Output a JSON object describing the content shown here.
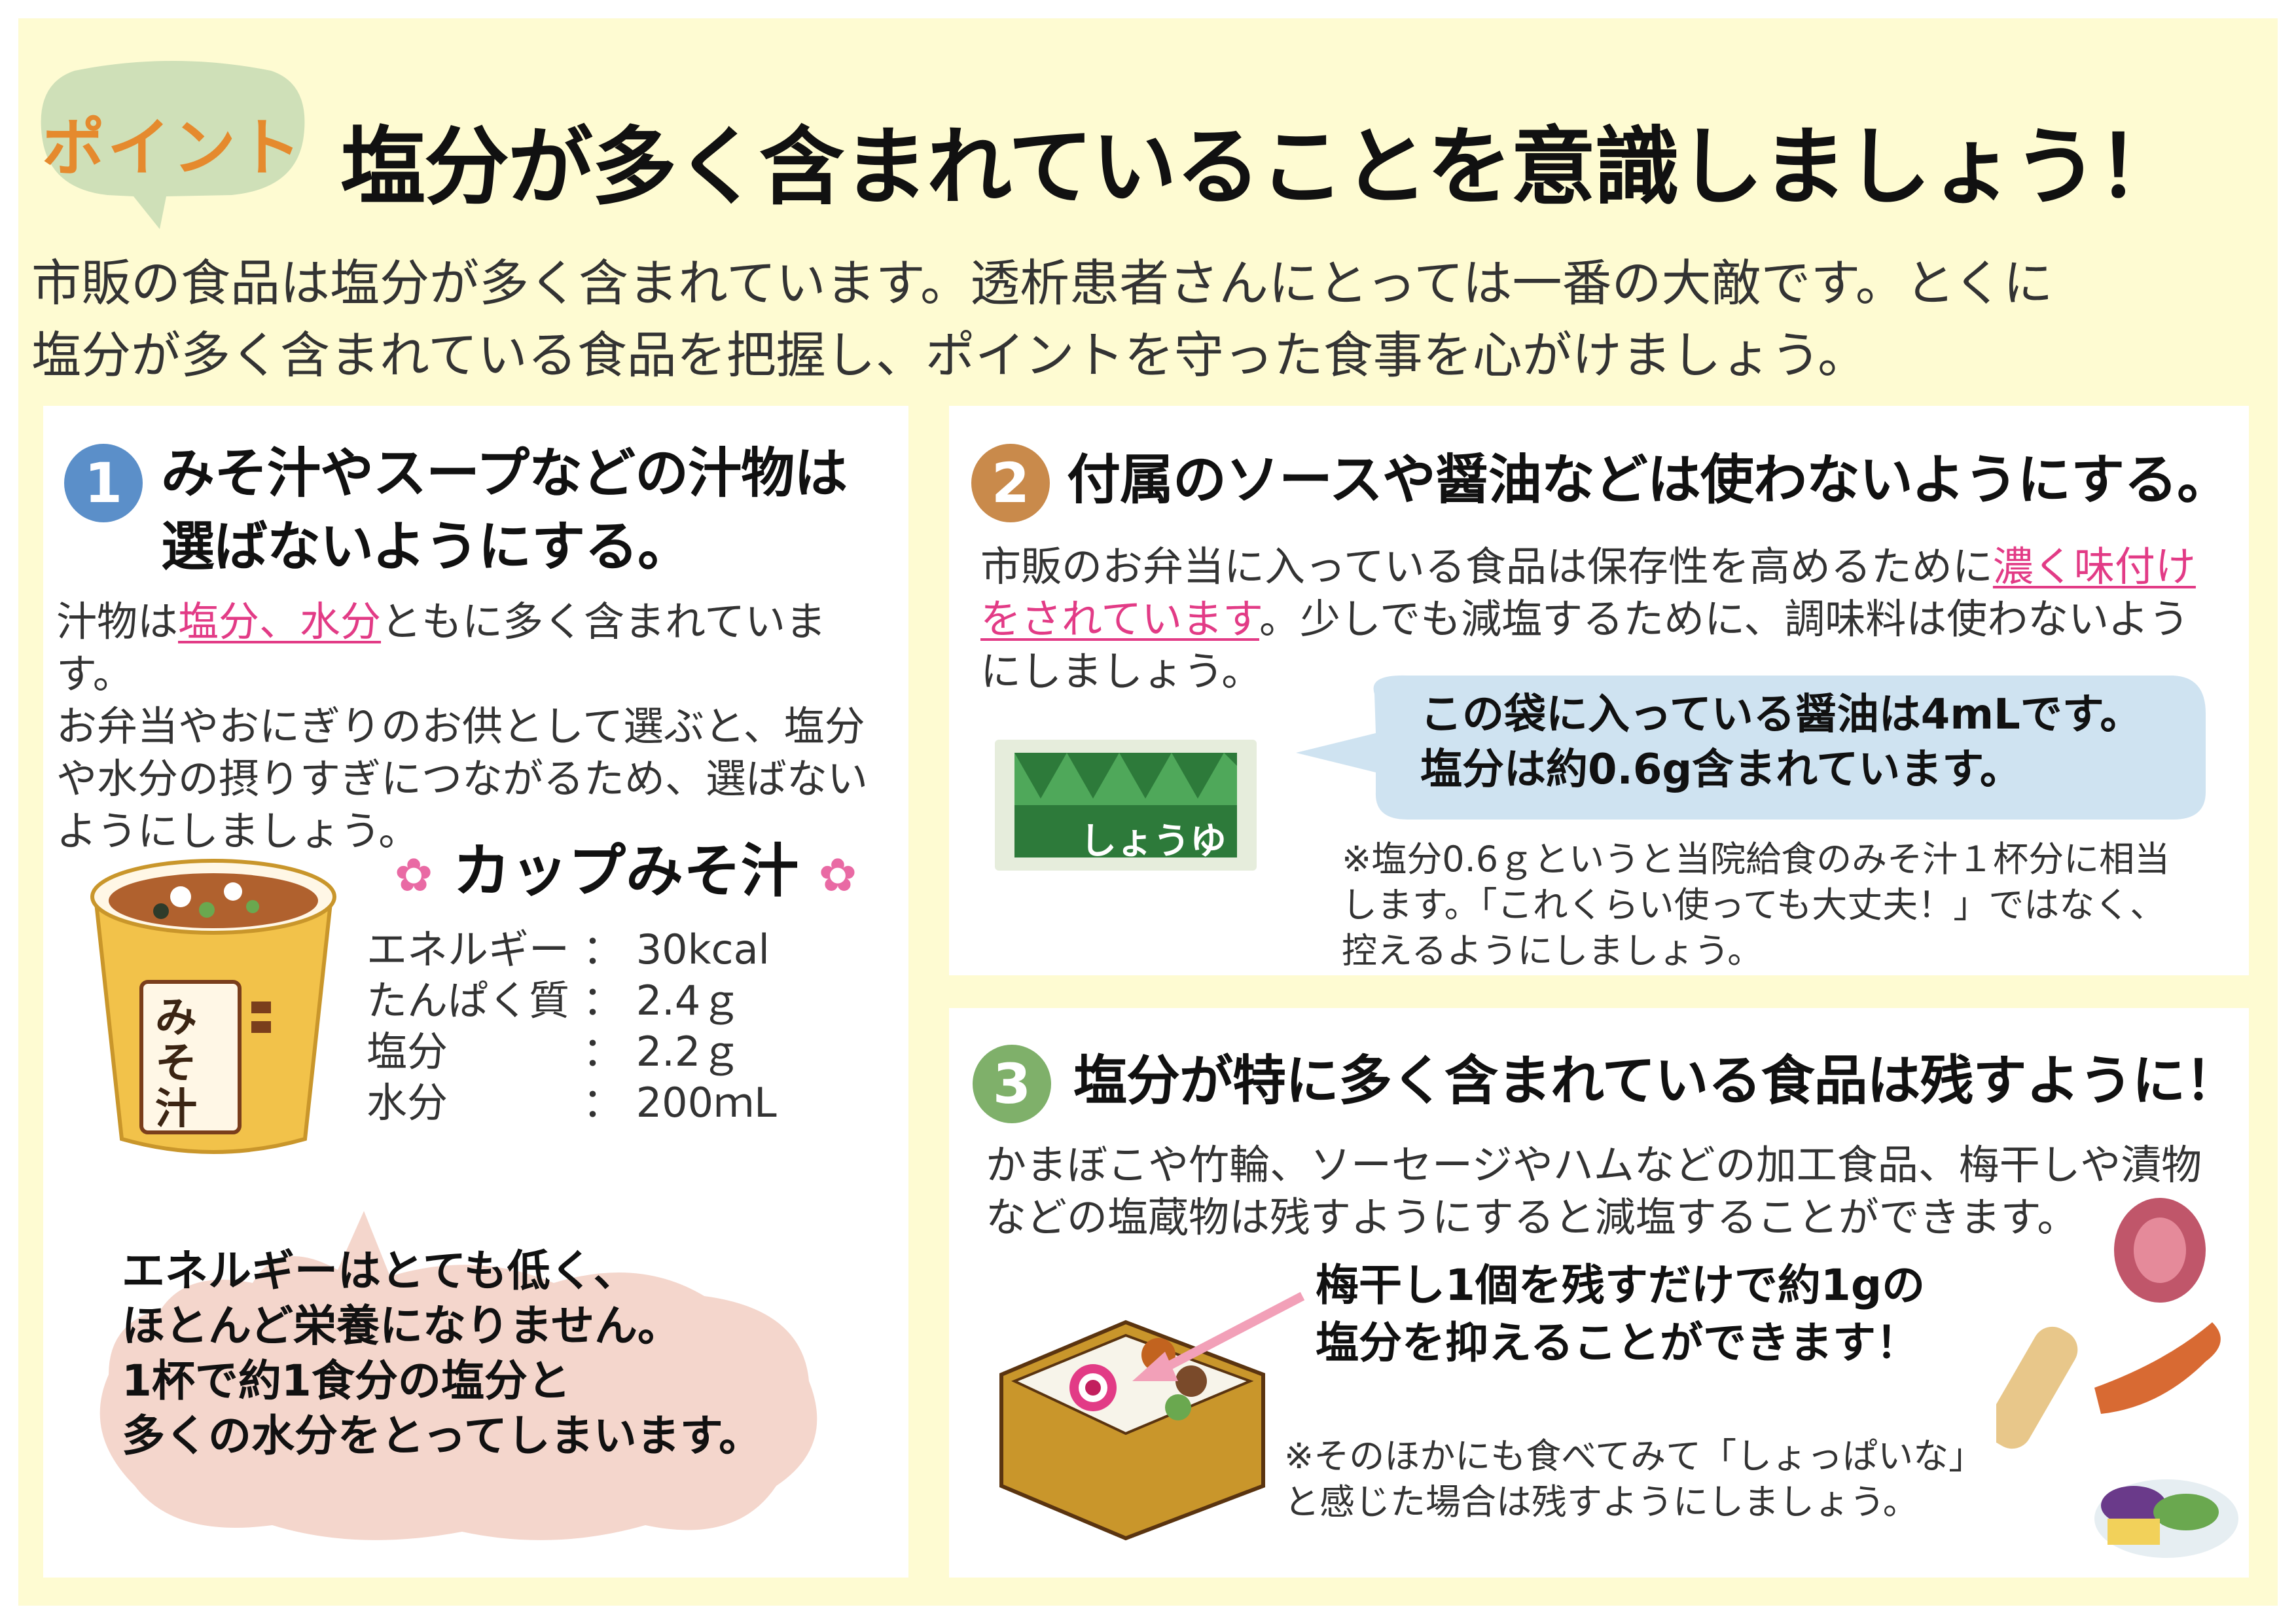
{
  "header": {
    "badge": "ポイント",
    "title": "塩分が多く含まれていることを意識しましょう！",
    "intro_line1": "市販の食品は塩分が多く含まれています。透析患者さんにとっては一番の大敵です。とくに",
    "intro_line2": "塩分が多く含まれている食品を把握し、ポイントを守った食事を心がけましょう。"
  },
  "section1": {
    "number": "1",
    "title_line1": "みそ汁やスープなどの汁物は",
    "title_line2": "選ばないようにする。",
    "body_pre": "汁物は",
    "body_highlight": "塩分、水分",
    "body_post": "ともに多く含まれています。",
    "body_line2": "お弁当やおにぎりのお供として選ぶと、塩分",
    "body_line3": "や水分の摂りすぎにつながるため、選ばない",
    "body_line4": "ようにしましょう。",
    "cup_label": "みそ汁",
    "cup_title": "カップみそ汁",
    "nutrition": [
      {
        "label": "エネルギー",
        "sep": "：",
        "value": "30kcal"
      },
      {
        "label": "たんぱく質",
        "sep": "：",
        "value": "2.4ｇ"
      },
      {
        "label": "塩分",
        "sep": "：",
        "value": "2.2ｇ"
      },
      {
        "label": "水分",
        "sep": "：",
        "value": "200ｍL"
      }
    ],
    "note_line1": "エネルギーはとても低く、",
    "note_line2": "ほとんど栄養になりません。",
    "note_line3": "1杯で約1食分の塩分と",
    "note_line4": "多くの水分をとってしまいます。"
  },
  "section2": {
    "number": "2",
    "title": "付属のソースや醤油などは使わないようにする。",
    "body_pre": "市販のお弁当に入っている食品は保存性を高めるために",
    "body_highlight1": "濃く味付け",
    "body_highlight2": "をされています",
    "body_post": "。少しでも減塩するために、調味料は使わないよう",
    "body_line3": "にしましょう。",
    "packet_label": "しょうゆ",
    "callout_line1": "この袋に入っている醤油は4mLです。",
    "callout_line2": "塩分は約0.6g含まれています。",
    "note_line1": "※塩分0.6ｇというと当院給食のみそ汁１杯分に相当",
    "note_line2": "します。「これくらい使っても大丈夫！」ではなく、",
    "note_line3": "控えるようにしましょう。"
  },
  "section3": {
    "number": "3",
    "title": "塩分が特に多く含まれている食品は残すように！",
    "body_line1": "かまぼこや竹輪、ソーセージやハムなどの加工食品、梅干しや漬物",
    "body_line2": "などの塩蔵物は残すようにすると減塩することができます。",
    "umeboshi_line1": "梅干し1個を残すだけで約1gの",
    "umeboshi_line2": "塩分を抑えることができます！",
    "note_line1": "※そのほかにも食べてみて「しょっぱいな」",
    "note_line2": "と感じた場合は残すようにしましょう。"
  },
  "colors": {
    "background": "#fefbd2",
    "badge_green": "#cfe0b8",
    "badge_text": "#e58a2e",
    "circle1": "#5b8fc9",
    "circle2": "#c98a4b",
    "circle3": "#7fb06a",
    "highlight_pink": "#e23b86",
    "blob_pink": "#f4d6cc",
    "callout_blue": "#cfe3f1"
  }
}
